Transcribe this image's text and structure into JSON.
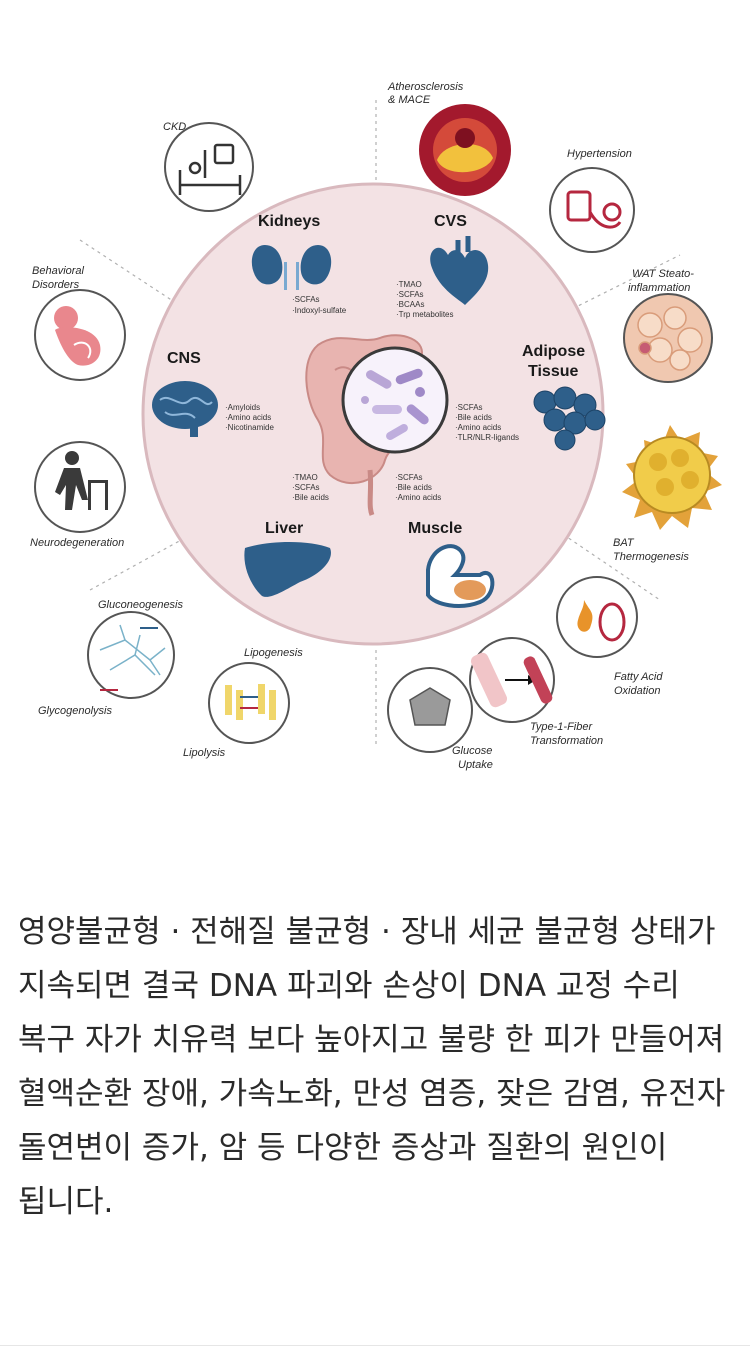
{
  "colors": {
    "circle_fill": "#f3e2e4",
    "circle_stroke": "#d9b9be",
    "organ_blue": "#2e5f8a",
    "accent_red": "#b5273f",
    "bat_yellow": "#e6b53a"
  },
  "organs": {
    "kidneys": "Kidneys",
    "cvs": "CVS",
    "cns": "CNS",
    "adipose_1": "Adipose",
    "adipose_2": "Tissue",
    "liver": "Liver",
    "muscle": "Muscle"
  },
  "metabolites": {
    "kidneys": [
      "·SCFAs",
      "·Indoxyl-sulfate"
    ],
    "cvs": [
      "·TMAO",
      "·SCFAs",
      "·BCAAs",
      "·Trp metabolites"
    ],
    "cns": [
      "·Amyloids",
      "·Amino acids",
      "·Nicotinamide"
    ],
    "adipose": [
      "·SCFAs",
      "·Bile acids",
      "·Amino acids",
      "·TLR/NLR-ligands"
    ],
    "liver": [
      "·TMAO",
      "·SCFAs",
      "·Bile acids"
    ],
    "muscle": [
      "·SCFAs",
      "·Bile acids",
      "·Amino acids"
    ]
  },
  "outer_labels": {
    "atherosclerosis_1": "Atherosclerosis",
    "atherosclerosis_2": "& MACE",
    "hypertension": "Hypertension",
    "wat_1": "WAT Steato-",
    "wat_2": "inflammation",
    "bat_1": "BAT",
    "bat_2": "Thermogenesis",
    "fatty_acid_1": "Fatty Acid",
    "fatty_acid_2": "Oxidation",
    "type1_1": "Type-1-Fiber",
    "type1_2": "Transformation",
    "glucose_1": "Glucose",
    "glucose_2": "Uptake",
    "lipogenesis": "Lipogenesis",
    "lipolysis": "Lipolysis",
    "gluconeogenesis": "Gluconeogenesis",
    "glycogenolysis": "Glycogenolysis",
    "neurodegeneration": "Neurodegeneration",
    "behavioral_1": "Behavioral",
    "behavioral_2": "Disorders",
    "ckd": "CKD"
  },
  "caption": "영양불균형 · 전해질 불균형 · 장내 세균 불균형 상태가 지속되면 결국 DNA 파괴와 손상이 DNA 교정 수리 복구 자가 치유력 보다 높아지고 불량 한 피가 만들어져 혈액순환 장애, 가속노화, 만성 염증, 잦은 감염, 유전자 돌연변이 증가, 암 등 다양한 증상과 질환의 원인이 됩니다."
}
